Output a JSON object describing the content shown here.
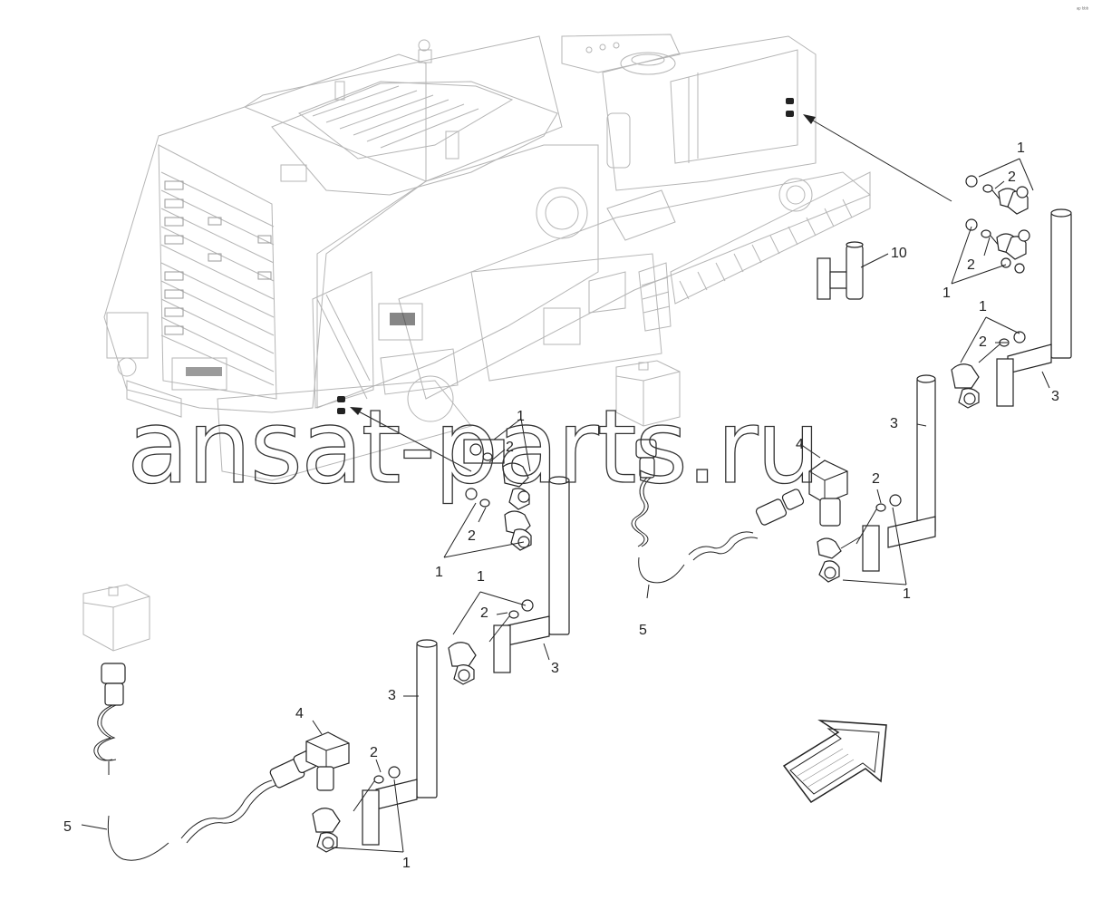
{
  "watermark": {
    "text": "ansat-parts.ru"
  },
  "corner_code": "ᵃᵖ ᵇᵇᵇ",
  "callouts": [
    {
      "id": "c-1-a",
      "text": "1"
    },
    {
      "id": "c-2-a",
      "text": "2"
    },
    {
      "id": "c-2-b",
      "text": "2"
    },
    {
      "id": "c-1-b",
      "text": "1"
    },
    {
      "id": "c-10",
      "text": "10"
    },
    {
      "id": "c-1-c",
      "text": "1"
    },
    {
      "id": "c-2-c",
      "text": "2"
    },
    {
      "id": "c-3-a",
      "text": "3"
    },
    {
      "id": "c-3-b",
      "text": "3"
    },
    {
      "id": "c-4-a",
      "text": "4"
    },
    {
      "id": "c-2-d",
      "text": "2"
    },
    {
      "id": "c-1-d",
      "text": "1"
    },
    {
      "id": "c-5-a",
      "text": "5"
    },
    {
      "id": "c-1-e",
      "text": "1"
    },
    {
      "id": "c-2-e",
      "text": "2"
    },
    {
      "id": "c-2-f",
      "text": "2"
    },
    {
      "id": "c-1-f",
      "text": "1"
    },
    {
      "id": "c-1-g",
      "text": "1"
    },
    {
      "id": "c-2-g",
      "text": "2"
    },
    {
      "id": "c-3-c",
      "text": "3"
    },
    {
      "id": "c-3-d",
      "text": "3"
    },
    {
      "id": "c-4-b",
      "text": "4"
    },
    {
      "id": "c-2-h",
      "text": "2"
    },
    {
      "id": "c-5-b",
      "text": "5"
    },
    {
      "id": "c-1-h",
      "text": "1"
    }
  ],
  "icons": {
    "direction_arrow": "direction-arrow-icon",
    "machine": "machine-outline-icon"
  }
}
